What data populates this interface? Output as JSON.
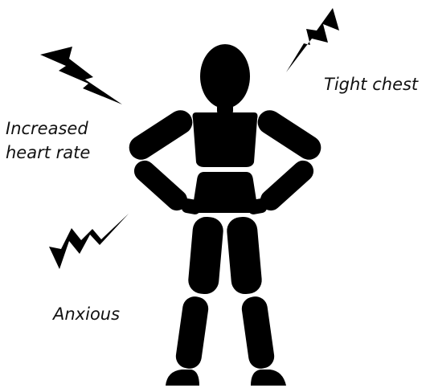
{
  "labels": {
    "tight_chest": "Tight chest",
    "heart_rate_line1": "Increased",
    "heart_rate_line2": "heart rate",
    "anxious": "Anxious"
  },
  "figure": {
    "icon": "wooden-mannequin-hands-on-hips",
    "fill_color": "#000000"
  },
  "symbols": {
    "icon": "lightning-bolt",
    "count": 3,
    "fill_color": "#000000"
  }
}
